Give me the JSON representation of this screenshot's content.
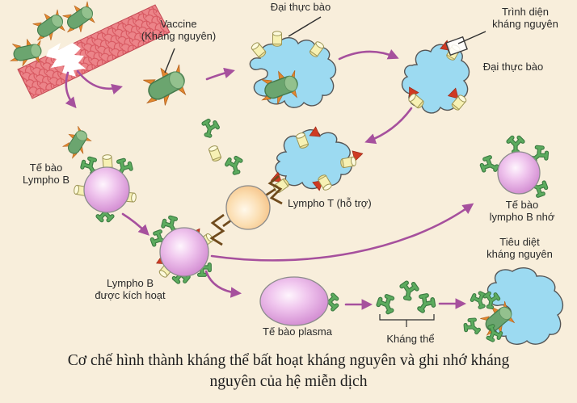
{
  "figure": {
    "type": "biology-immune-diagram",
    "language": "vi"
  },
  "labels": {
    "vaccine": "Vaccine\n(Kháng nguyên)",
    "macrophage_top": "Đại thực bào",
    "antigen_presentation": "Trình diện\nkháng nguyên",
    "macrophage_right": "Đại thực bào",
    "b_cell": "Tế bào\nLympho B",
    "helper_t_cell": "Lympho T (hỗ trợ)",
    "activated_b_cell": "Lympho B\nđược kích hoạt",
    "plasma_cell": "Tế bào plasma",
    "antibody": "Kháng thể",
    "memory_b_cell": "Tế bào\nlympho B nhớ",
    "destroy_antigen": "Tiêu diệt\nkháng nguyên"
  },
  "caption": {
    "line1": "Cơ chế hình thành kháng thể bất hoạt kháng nguyên và ghi nhớ kháng",
    "line2": "nguyên của hệ miễn dịch"
  },
  "glyphs": {
    "vaccine-icon": "green spiked cylinder",
    "antibody-icon": "green Y shape",
    "macrophage-icon": "blue amoeboid blob",
    "receptor-cylinder-icon": "yellow cylinder",
    "antigen-fragment-icon": "red triangle",
    "t-receptor-icon": "brown zigzag bracket",
    "flow-arrow-icon": "purple curved arrow"
  },
  "colors": {
    "background": "#f8eedb",
    "arrow_purple": "#a6509d",
    "skin_red": "#e97b80",
    "macrophage_blue": "#9cdaf1",
    "b_cell_pink": "#c77ec6",
    "t_cell_orange": "#f3b46e",
    "antibody_green": "#57a65a",
    "vaccine_green": "#6ba56f",
    "spike_orange": "#e2872f",
    "antigen_red": "#cf3a23",
    "receptor_brown": "#6f4a1c",
    "text": "#2a2a2a"
  }
}
